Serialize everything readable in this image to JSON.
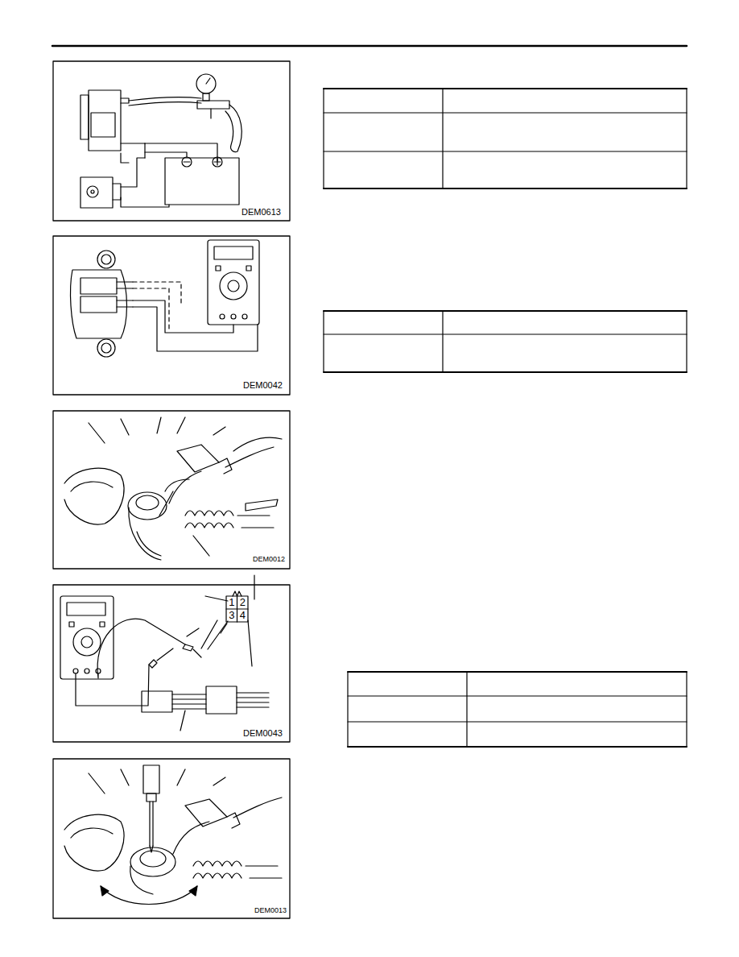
{
  "diagram": {
    "labels": [
      "DEM0613",
      "DEM0042",
      "DEM0012",
      "DEM0043",
      "1",
      "2",
      "3",
      "4",
      "DEM0013"
    ]
  }
}
